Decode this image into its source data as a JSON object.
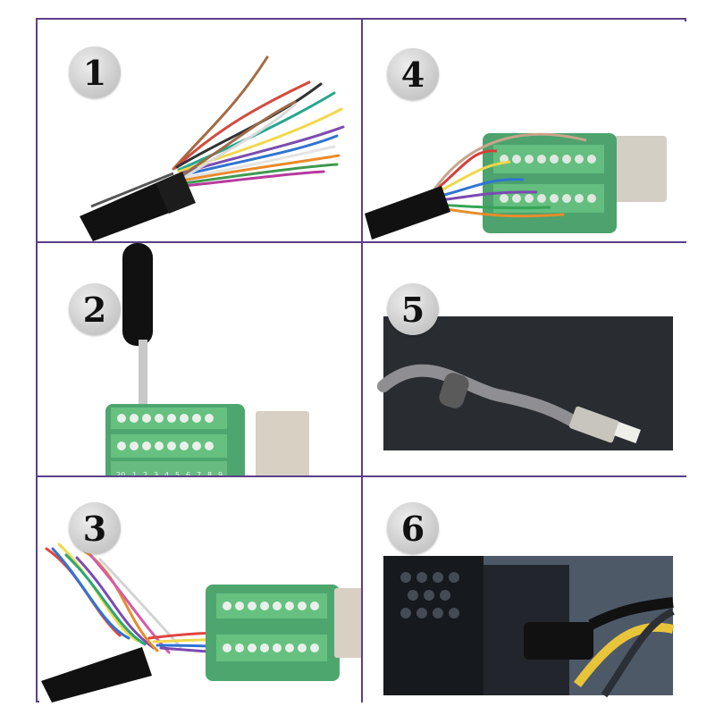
{
  "steps": [
    {
      "number": "1"
    },
    {
      "number": "2"
    },
    {
      "number": "3"
    },
    {
      "number": "4"
    },
    {
      "number": "5"
    },
    {
      "number": "6"
    }
  ],
  "pcb_labels": {
    "left": "20",
    "numbers": [
      "1",
      "2",
      "3",
      "4",
      "5",
      "6",
      "7",
      "8",
      "9"
    ]
  },
  "colors": {
    "frame": "#5b3f88",
    "pcb_green": "#55b575",
    "cable_black": "#111111",
    "connector_silver": "#d9d4c8"
  }
}
